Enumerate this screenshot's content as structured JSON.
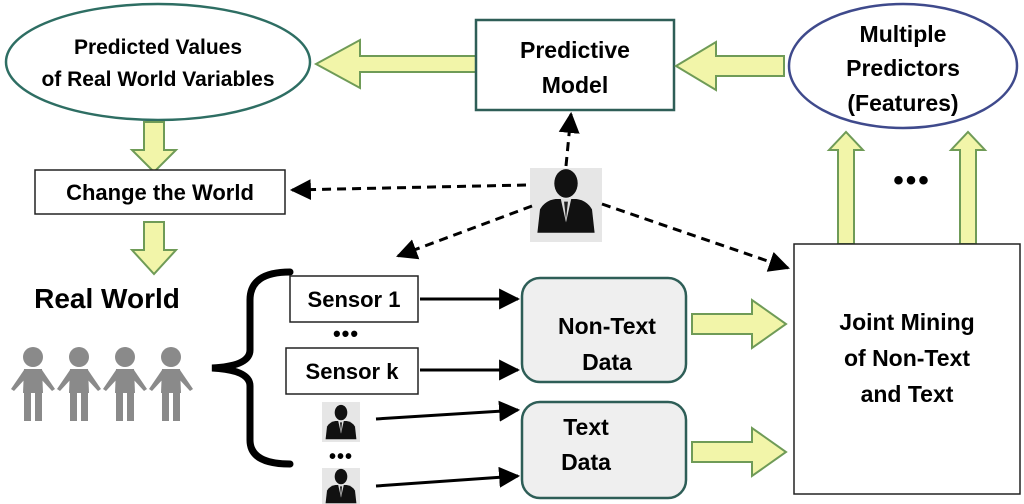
{
  "diagram": {
    "predicted_values": {
      "line1": "Predicted Values",
      "line2": "of Real World Variables"
    },
    "predictive_model": {
      "line1": "Predictive",
      "line2": "Model"
    },
    "multiple_predictors": {
      "line1": "Multiple",
      "line2": "Predictors",
      "line3": "(Features)"
    },
    "change_world": "Change the World",
    "real_world": "Real World",
    "sensor1": "Sensor 1",
    "sensor_k": "Sensor k",
    "ellipsis": "•••",
    "non_text_data": {
      "line1": "Non-Text",
      "line2": "Data"
    },
    "text_data": {
      "line1": "Text",
      "line2": "Data"
    },
    "joint_mining": {
      "line1": "Joint Mining",
      "line2": "of Non-Text",
      "line3": "and Text"
    }
  },
  "colors": {
    "box_border": "#2e5e57",
    "ellipse_border_green": "#2e6e63",
    "ellipse_border_blue": "#3f4a8c",
    "arrow_fill": "#f2f5a9",
    "arrow_stroke": "#6f9b57",
    "data_box_fill": "#efefef",
    "people_gray": "#8a8a8a"
  }
}
